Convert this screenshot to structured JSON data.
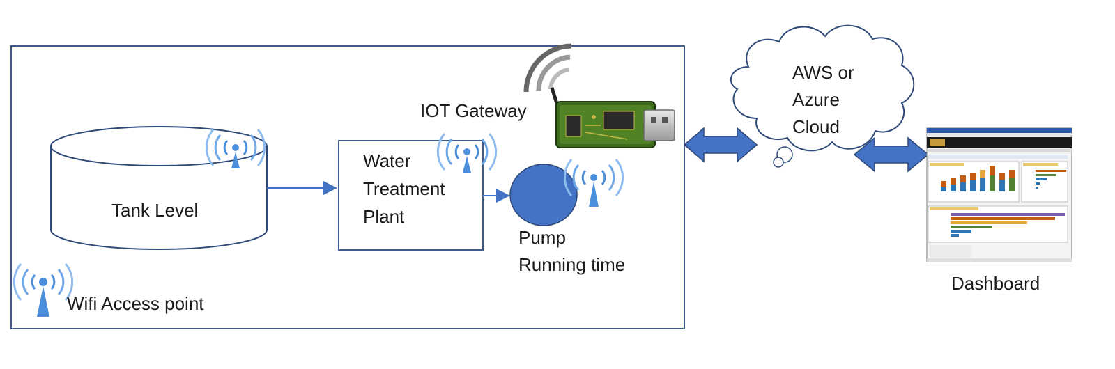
{
  "labels": {
    "iot_gateway": "IOT Gateway",
    "water_treatment_plant": [
      "Water",
      "Treatment",
      "Plant"
    ],
    "tank_level": "Tank Level",
    "pump_running_time": [
      "Pump",
      "Running time"
    ],
    "wifi_access_point": "Wifi Access point",
    "cloud": [
      "AWS or",
      "Azure",
      "Cloud"
    ],
    "dashboard": "Dashboard"
  },
  "colors": {
    "box_stroke": "#3d5a8a",
    "arrow_blue": "#4472c4",
    "wifi_blue": "#4b8fdc",
    "pump_fill": "#4472c4",
    "pcb_green": "#3e6b1e"
  },
  "icons": [
    "wifi-access-point-icon",
    "usb-gateway-icon",
    "cloud-icon",
    "dashboard-screenshot-icon",
    "double-arrow-icon"
  ]
}
